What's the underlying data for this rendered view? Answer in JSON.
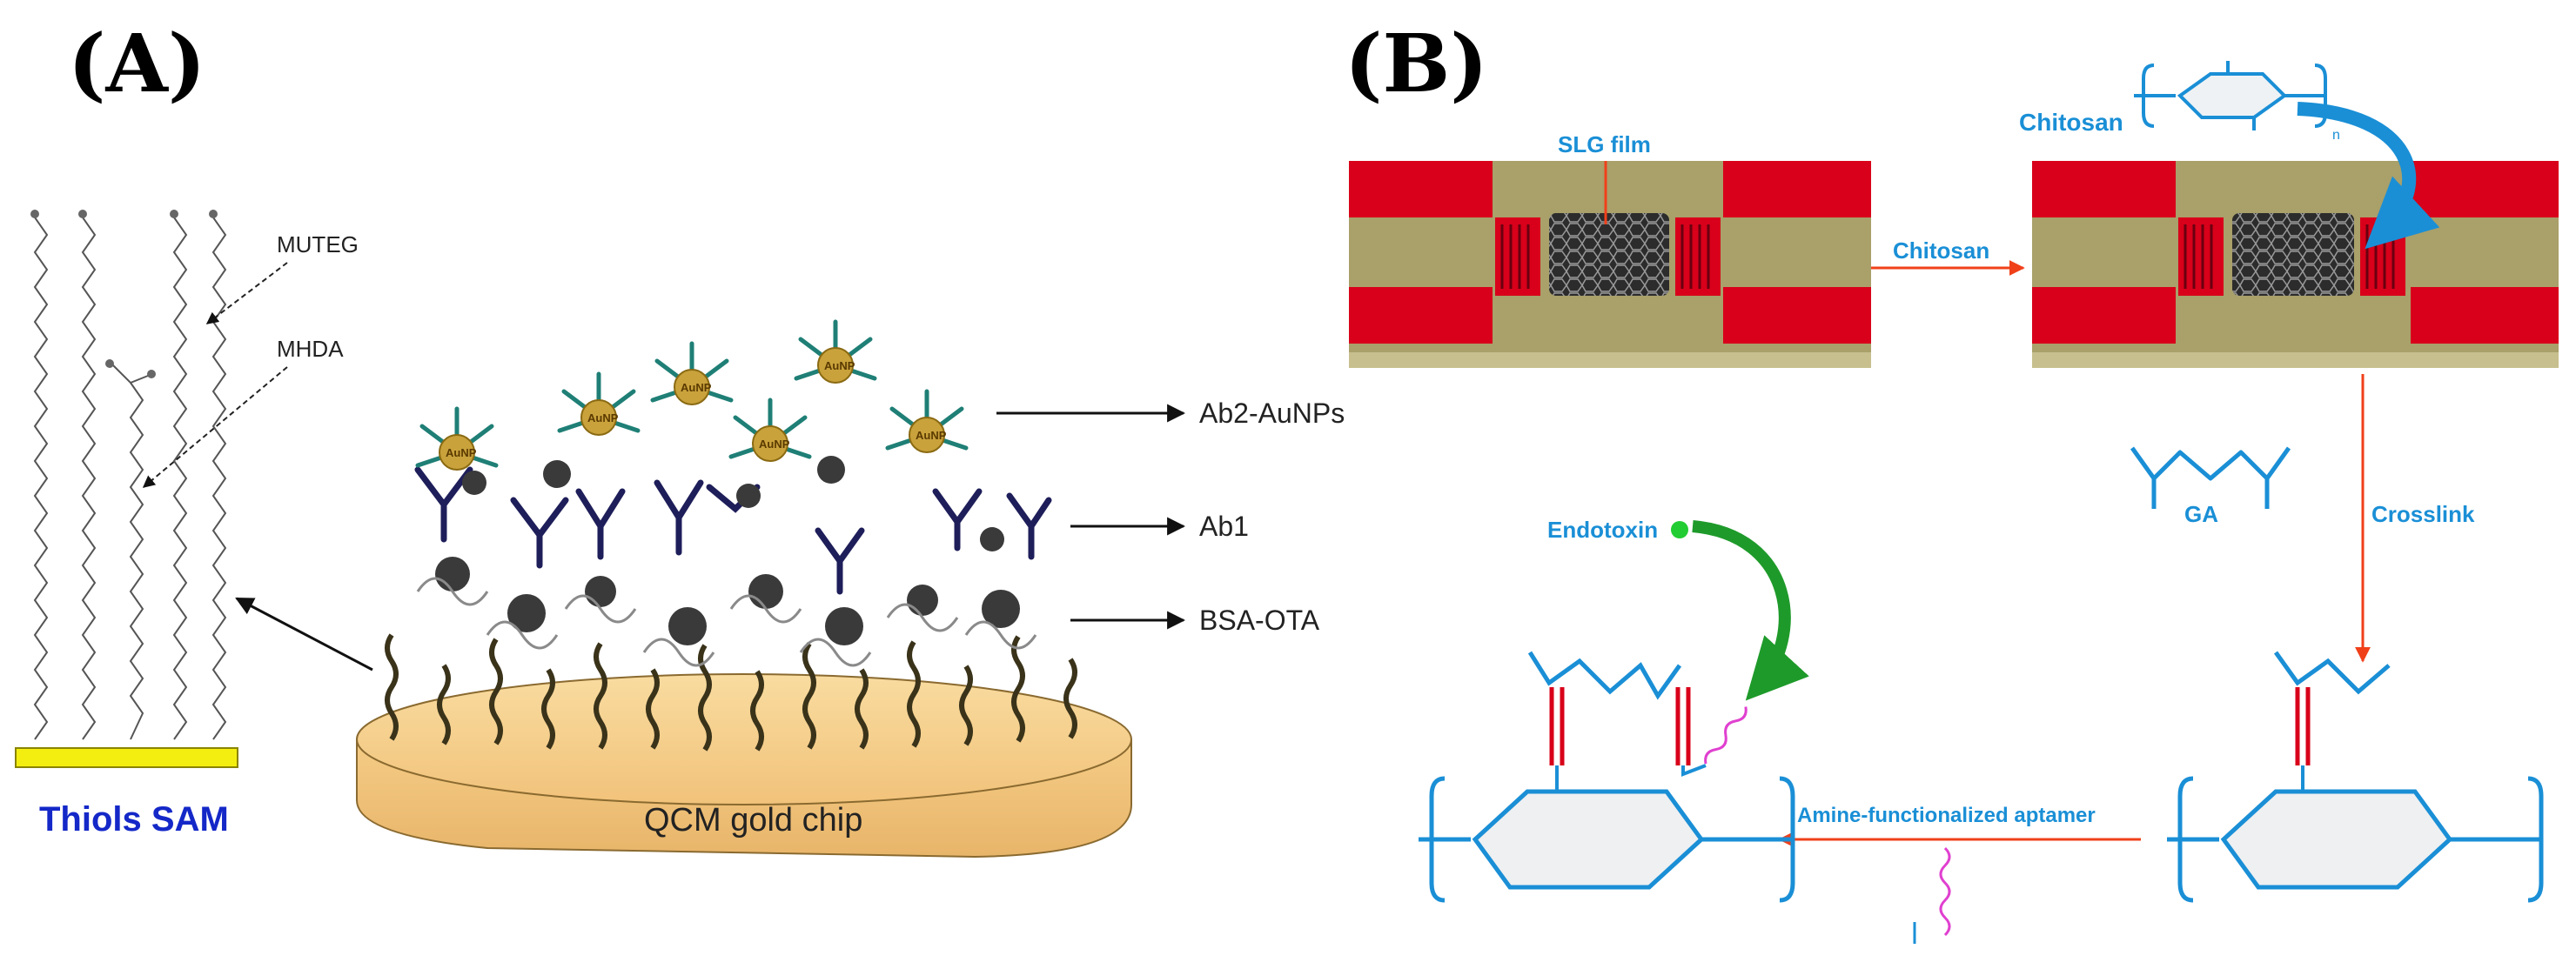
{
  "panel_a": {
    "label": "(A)",
    "thiols_label": "Thiols SAM",
    "muteg_label": "MUTEG",
    "mhda_label": "MHDA",
    "chip_label": "QCM gold chip",
    "callouts": {
      "ab2": "Ab2-AuNPs",
      "ab1": "Ab1",
      "bsa": "BSA-OTA"
    },
    "nanoparticle_label": "AuNP"
  },
  "panel_b": {
    "label": "(B)",
    "slg_label": "SLG film",
    "step1_label": "Chitosan",
    "chitosan_label": "Chitosan",
    "ga_label": "GA",
    "step2_label": "Crosslink",
    "step3_label": "Amine-functionalized aptamer",
    "endotoxin_label": "Endotoxin",
    "colors": {
      "electrode_red": "#d8001a",
      "substrate_olive": "#a9a06a",
      "chem_blue": "#1a8fd6",
      "arrow_red": "#f0401a",
      "aptamer_pink": "#e040d0",
      "endotoxin_green": "#22cc33"
    }
  }
}
